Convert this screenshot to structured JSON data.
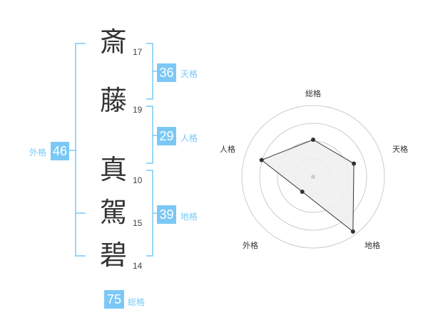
{
  "name_chars": [
    {
      "char": "斎",
      "strokes": "17"
    },
    {
      "char": "藤",
      "strokes": "19"
    },
    {
      "char": "真",
      "strokes": "10"
    },
    {
      "char": "駕",
      "strokes": "15"
    },
    {
      "char": "碧",
      "strokes": "14"
    }
  ],
  "fortunes": {
    "tenkaku": {
      "value": "36",
      "label": "天格"
    },
    "jinkaku": {
      "value": "29",
      "label": "人格"
    },
    "chikaku": {
      "value": "39",
      "label": "地格"
    },
    "gaikaku": {
      "value": "46",
      "label": "外格"
    },
    "soukaku": {
      "value": "75",
      "label": "総格"
    }
  },
  "chart_data": {
    "type": "radar",
    "axes": [
      "総格",
      "天格",
      "地格",
      "外格",
      "人格"
    ],
    "values": [
      0.52,
      0.6,
      0.95,
      0.26,
      0.76
    ],
    "rings": 4,
    "colors": {
      "fill": "#eeeeee",
      "line": "#333333",
      "ring": "#cccccc",
      "point": "#333333",
      "center": "#cccccc"
    }
  },
  "colors": {
    "accent": "#7cc8f5"
  }
}
